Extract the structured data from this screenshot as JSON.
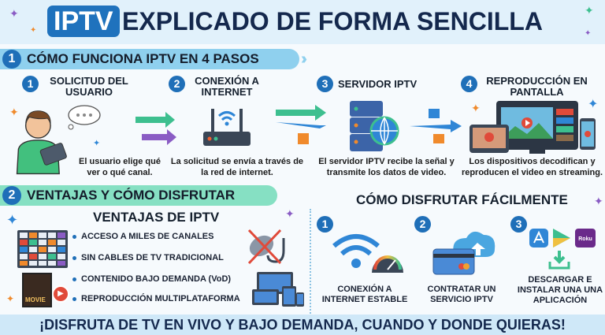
{
  "header": {
    "badge": "IPTV",
    "title": "EXPLICADO DE FORMA SENCILLA"
  },
  "section1": {
    "number": "1",
    "title": "CÓMO FUNCIONA IPTV EN 4 PASOS",
    "steps": [
      {
        "number": "1",
        "title": "SOLICITUD DEL USUARIO",
        "description": "El usuario elige qué ver o qué canal.",
        "icon": "user-tablet-icon"
      },
      {
        "number": "2",
        "title": "CONEXIÓN A INTERNET",
        "description": "La solicitud se envía a través de la red de internet.",
        "icon": "router-icon"
      },
      {
        "number": "3",
        "title": "SERVIDOR IPTV",
        "description": "El servidor IPTV recibe la señal y transmite los datos de video.",
        "icon": "server-globe-icon"
      },
      {
        "number": "4",
        "title": "REPRODUCCIÓN EN PANTALLA",
        "description": "Los dispositivos decodifican y reproducen el video en streaming.",
        "icon": "devices-icon"
      }
    ]
  },
  "section2": {
    "number": "2",
    "title": "VENTAJAS Y CÓMO DISFRUTAR",
    "advantages": {
      "title": "VENTAJAS DE IPTV",
      "items": [
        "ACCESO A MILES DE CANALES",
        "SIN CABLES DE TV TRADICIONAL",
        "CONTENIDO BAJO DEMANDA (VoD)",
        "REPRODUCCIÓN MULTIPLATAFORMA"
      ],
      "movie_label": "MOVIE"
    },
    "enjoy": {
      "title": "CÓMO DISFRUTAR FÁCILMENTE",
      "steps": [
        {
          "number": "1",
          "label": "CONEXIÓN A INTERNET ESTABLE"
        },
        {
          "number": "2",
          "label": "CONTRATAR UN SERVICIO IPTV"
        },
        {
          "number": "3",
          "label": "DESCARGAR E INSTALAR UNA UNA APLICACIÓN",
          "store_label": "Roku"
        }
      ]
    }
  },
  "footer": {
    "text": "¡DISFRUTA DE TV EN VIVO Y BAJO DEMANDA, CUANDO Y DONDE QUIERAS!"
  },
  "colors": {
    "primary": "#1f72bd",
    "navy": "#14284d",
    "section1": "#8fd0ee",
    "section2": "#86e0c3",
    "arrow_green": "#3dbf8f",
    "arrow_purple": "#8a5cc4",
    "arrow_blue": "#2f86d6",
    "orange": "#f08a2c"
  }
}
